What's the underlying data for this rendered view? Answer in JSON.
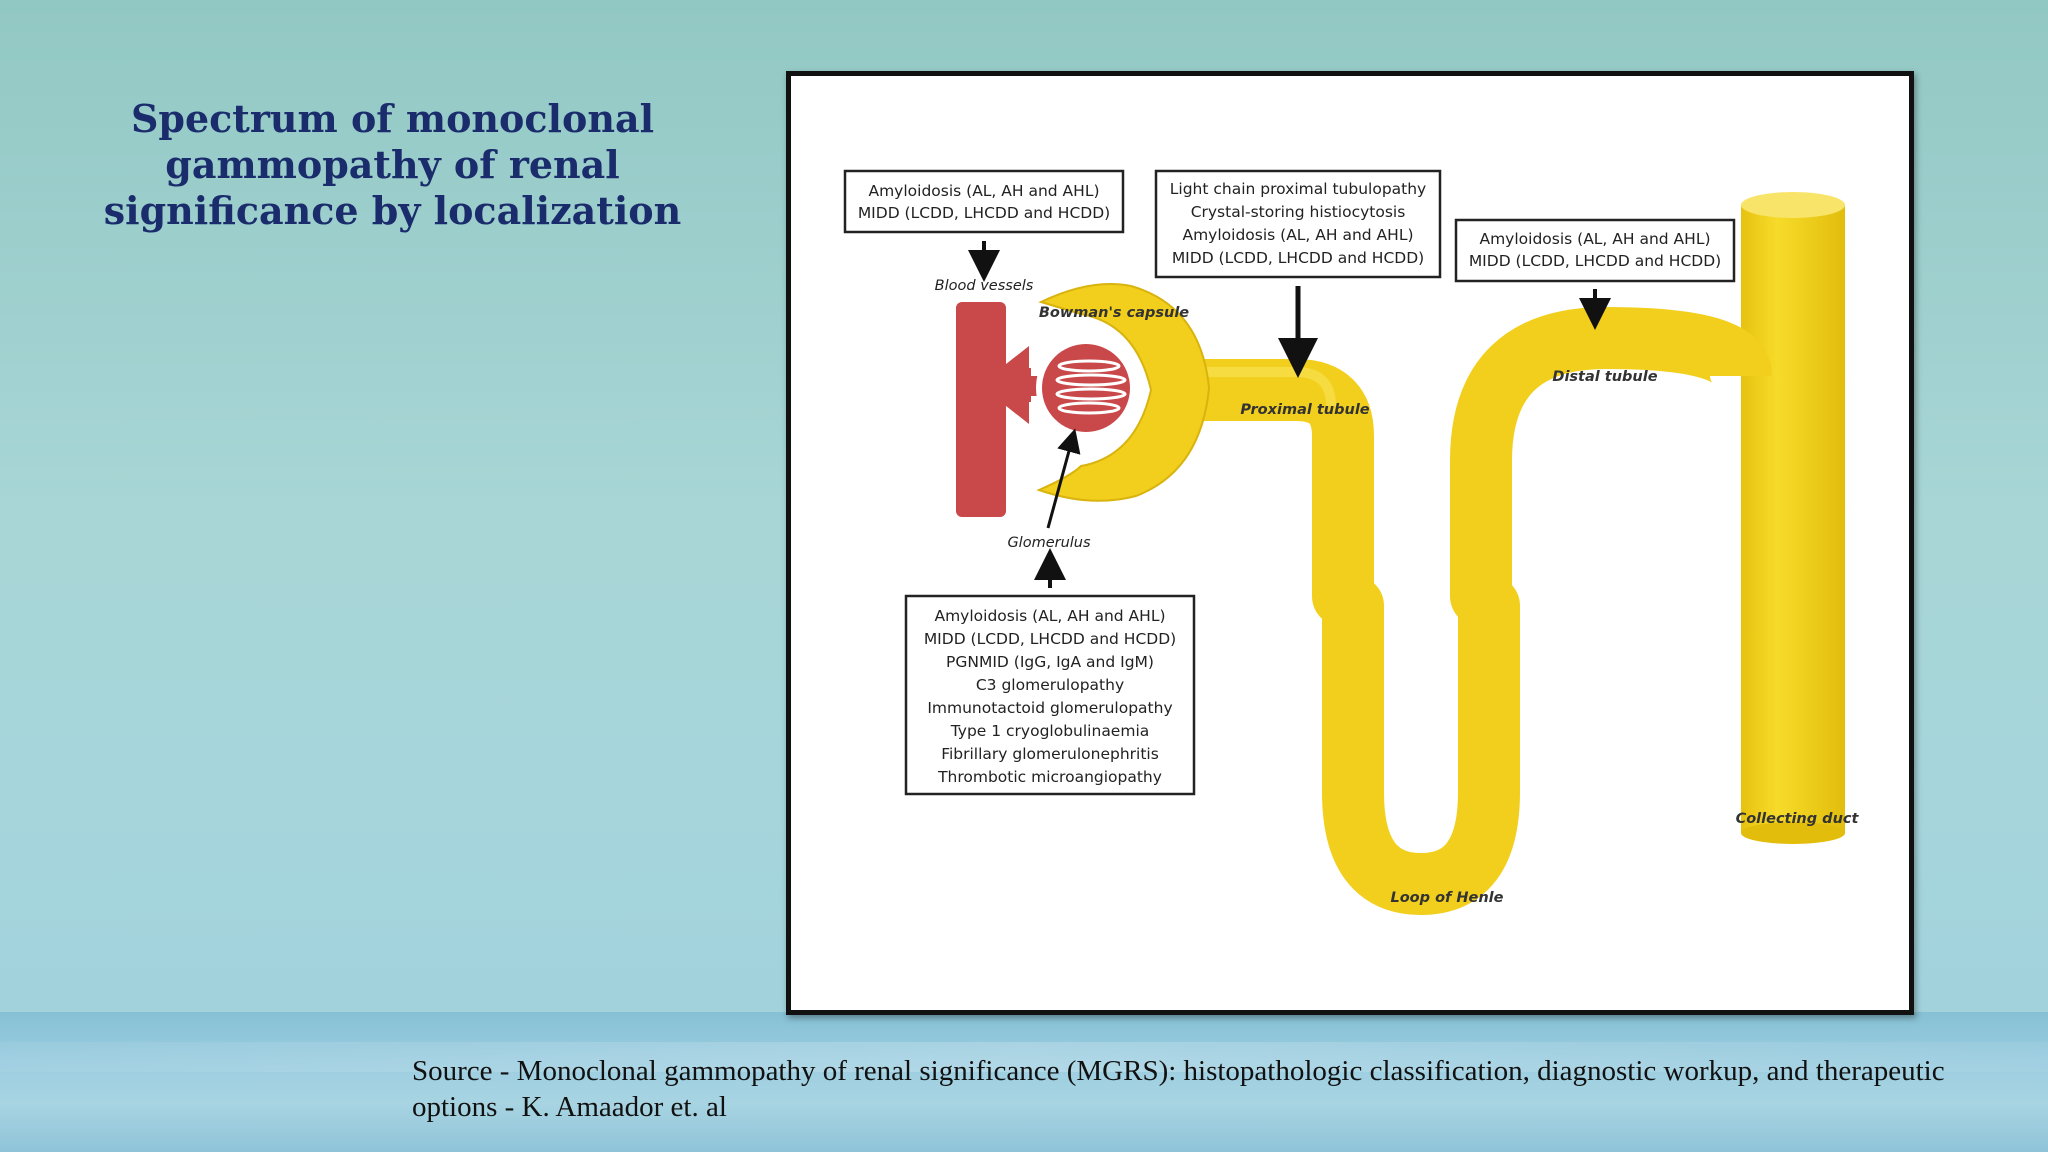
{
  "title": "Spectrum of monoclonal gammopathy of renal significance by localization",
  "source": "Source - Monoclonal gammopathy of renal significance (MGRS): histopathologic classification, diagnostic workup, and therapeutic options - K. Amaador et. al",
  "diagram": {
    "labels": {
      "blood_vessels": "Blood vessels",
      "bowmans_capsule": "Bowman's capsule",
      "proximal_tubule": "Proximal tubule",
      "distal_tubule": "Distal tubule",
      "glomerulus": "Glomerulus",
      "loop_of_henle": "Loop of Henle",
      "collecting_duct": "Collecting duct"
    },
    "boxes": {
      "blood_vessels": [
        "Amyloidosis (AL, AH and AHL)",
        "MIDD (LCDD, LHCDD and HCDD)"
      ],
      "proximal_tubule": [
        "Light chain proximal tubulopathy",
        "Crystal-storing histiocytosis",
        "Amyloidosis (AL, AH and AHL)",
        "MIDD (LCDD, LHCDD and HCDD)"
      ],
      "distal_tubule": [
        "Amyloidosis (AL, AH and AHL)",
        "MIDD (LCDD, LHCDD and HCDD)"
      ],
      "glomerulus": [
        "Amyloidosis (AL, AH and AHL)",
        "MIDD (LCDD, LHCDD and HCDD)",
        "PGNMID (IgG, IgA and IgM)",
        "C3 glomerulopathy",
        "Immunotactoid glomerulopathy",
        "Type 1 cryoglobulinaemia",
        "Fibrillary glomerulonephritis",
        "Thrombotic microangiopathy"
      ]
    },
    "colors": {
      "tubule": "#f2cf1c",
      "tubule_shade": "#d9b30e",
      "vessel": "#c9484a",
      "title": "#1a2c6b"
    }
  }
}
